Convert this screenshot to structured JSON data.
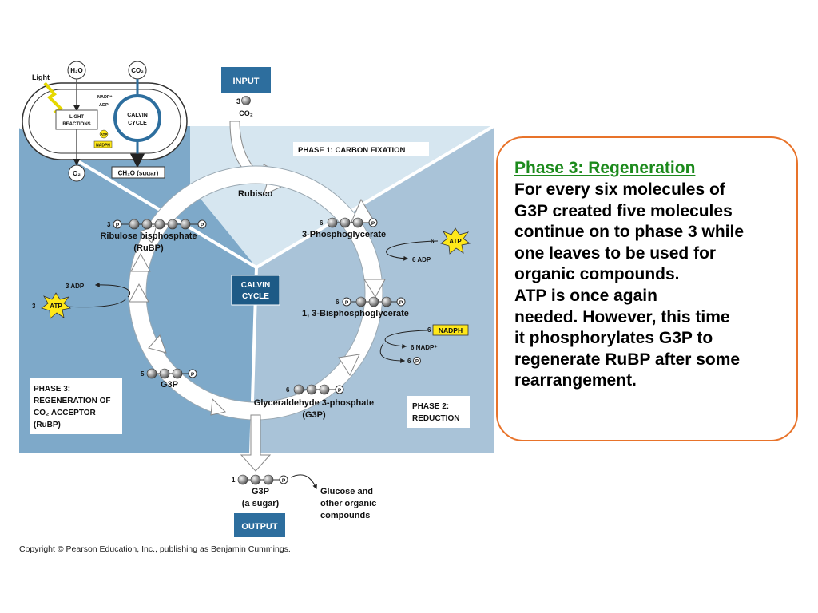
{
  "chloroplast": {
    "light": "Light",
    "h2o": "H₂O",
    "co2": "CO₂",
    "nadp": "NADP⁺",
    "adp": "ADP",
    "light_reactions_1": "LIGHT",
    "light_reactions_2": "REACTIONS",
    "calvin_1": "CALVIN",
    "calvin_2": "CYCLE",
    "atp": "ATP",
    "nadph": "NADPH",
    "o2": "O₂",
    "sugar": "CH₂O (sugar)"
  },
  "input": {
    "label": "INPUT",
    "count": "3",
    "molecule": "CO₂"
  },
  "phases": {
    "phase1": "PHASE 1: CARBON FIXATION",
    "phase2_line1": "PHASE 2:",
    "phase2_line2": "REDUCTION",
    "phase3_line1": "PHASE 3:",
    "phase3_line2": "REGENERATION OF",
    "phase3_line3": "CO₂ ACCEPTOR",
    "phase3_line4": "(RuBP)"
  },
  "center": {
    "line1": "CALVIN",
    "line2": "CYCLE"
  },
  "cycle": {
    "rubisco": "Rubisco",
    "rubp_count": "3",
    "rubp_name": "Ribulose bisphosphate",
    "rubp_abbr": "(RuBP)",
    "pga_count": "6",
    "pga_name": "3-Phosphoglycerate",
    "bpg_count": "6",
    "bpg_name": "1, 3-Bisphosphoglycerate",
    "g3p_count": "6",
    "g3p_name": "Glyceraldehyde 3-phosphate",
    "g3p_abbr": "(G3P)",
    "g3p5_count": "5",
    "g3p5_name": "G3P",
    "p_symbol": "P"
  },
  "energy": {
    "atp_in_count": "6",
    "atp_label": "ATP",
    "adp_out": "6 ADP",
    "nadph_count": "6",
    "nadph_label": "NADPH",
    "nadp_out": "6 NADP⁺",
    "pi_count": "6",
    "adp_regen": "3 ADP",
    "atp_regen_count": "3"
  },
  "output": {
    "count": "1",
    "name": "G3P",
    "desc": "(a sugar)",
    "label": "OUTPUT",
    "dest_1": "Glucose and",
    "dest_2": "other organic",
    "dest_3": "compounds"
  },
  "copyright": "Copyright © Pearson Education, Inc., publishing as Benjamin Cummings.",
  "callout": {
    "title": "Phase 3: Regeneration",
    "body": "For every six molecules of\nG3P created five molecules\ncontinue on to phase 3 while\none leaves to be used for\norganic compounds.\nATP is once again\nneeded.  However, this time\nit phosphorylates G3P to\nregenerate RuBP after some\nrearrangement."
  },
  "colors": {
    "phase1_bg": "#d6e6f0",
    "phase2_bg": "#a9c3d8",
    "phase3_bg": "#7ea9c9",
    "label_box": "#2d6e9e",
    "callout_border": "#e8732a",
    "callout_title": "#1c8a1c",
    "atp_star": "#ffe81a",
    "nadph_box": "#ffe81a"
  }
}
